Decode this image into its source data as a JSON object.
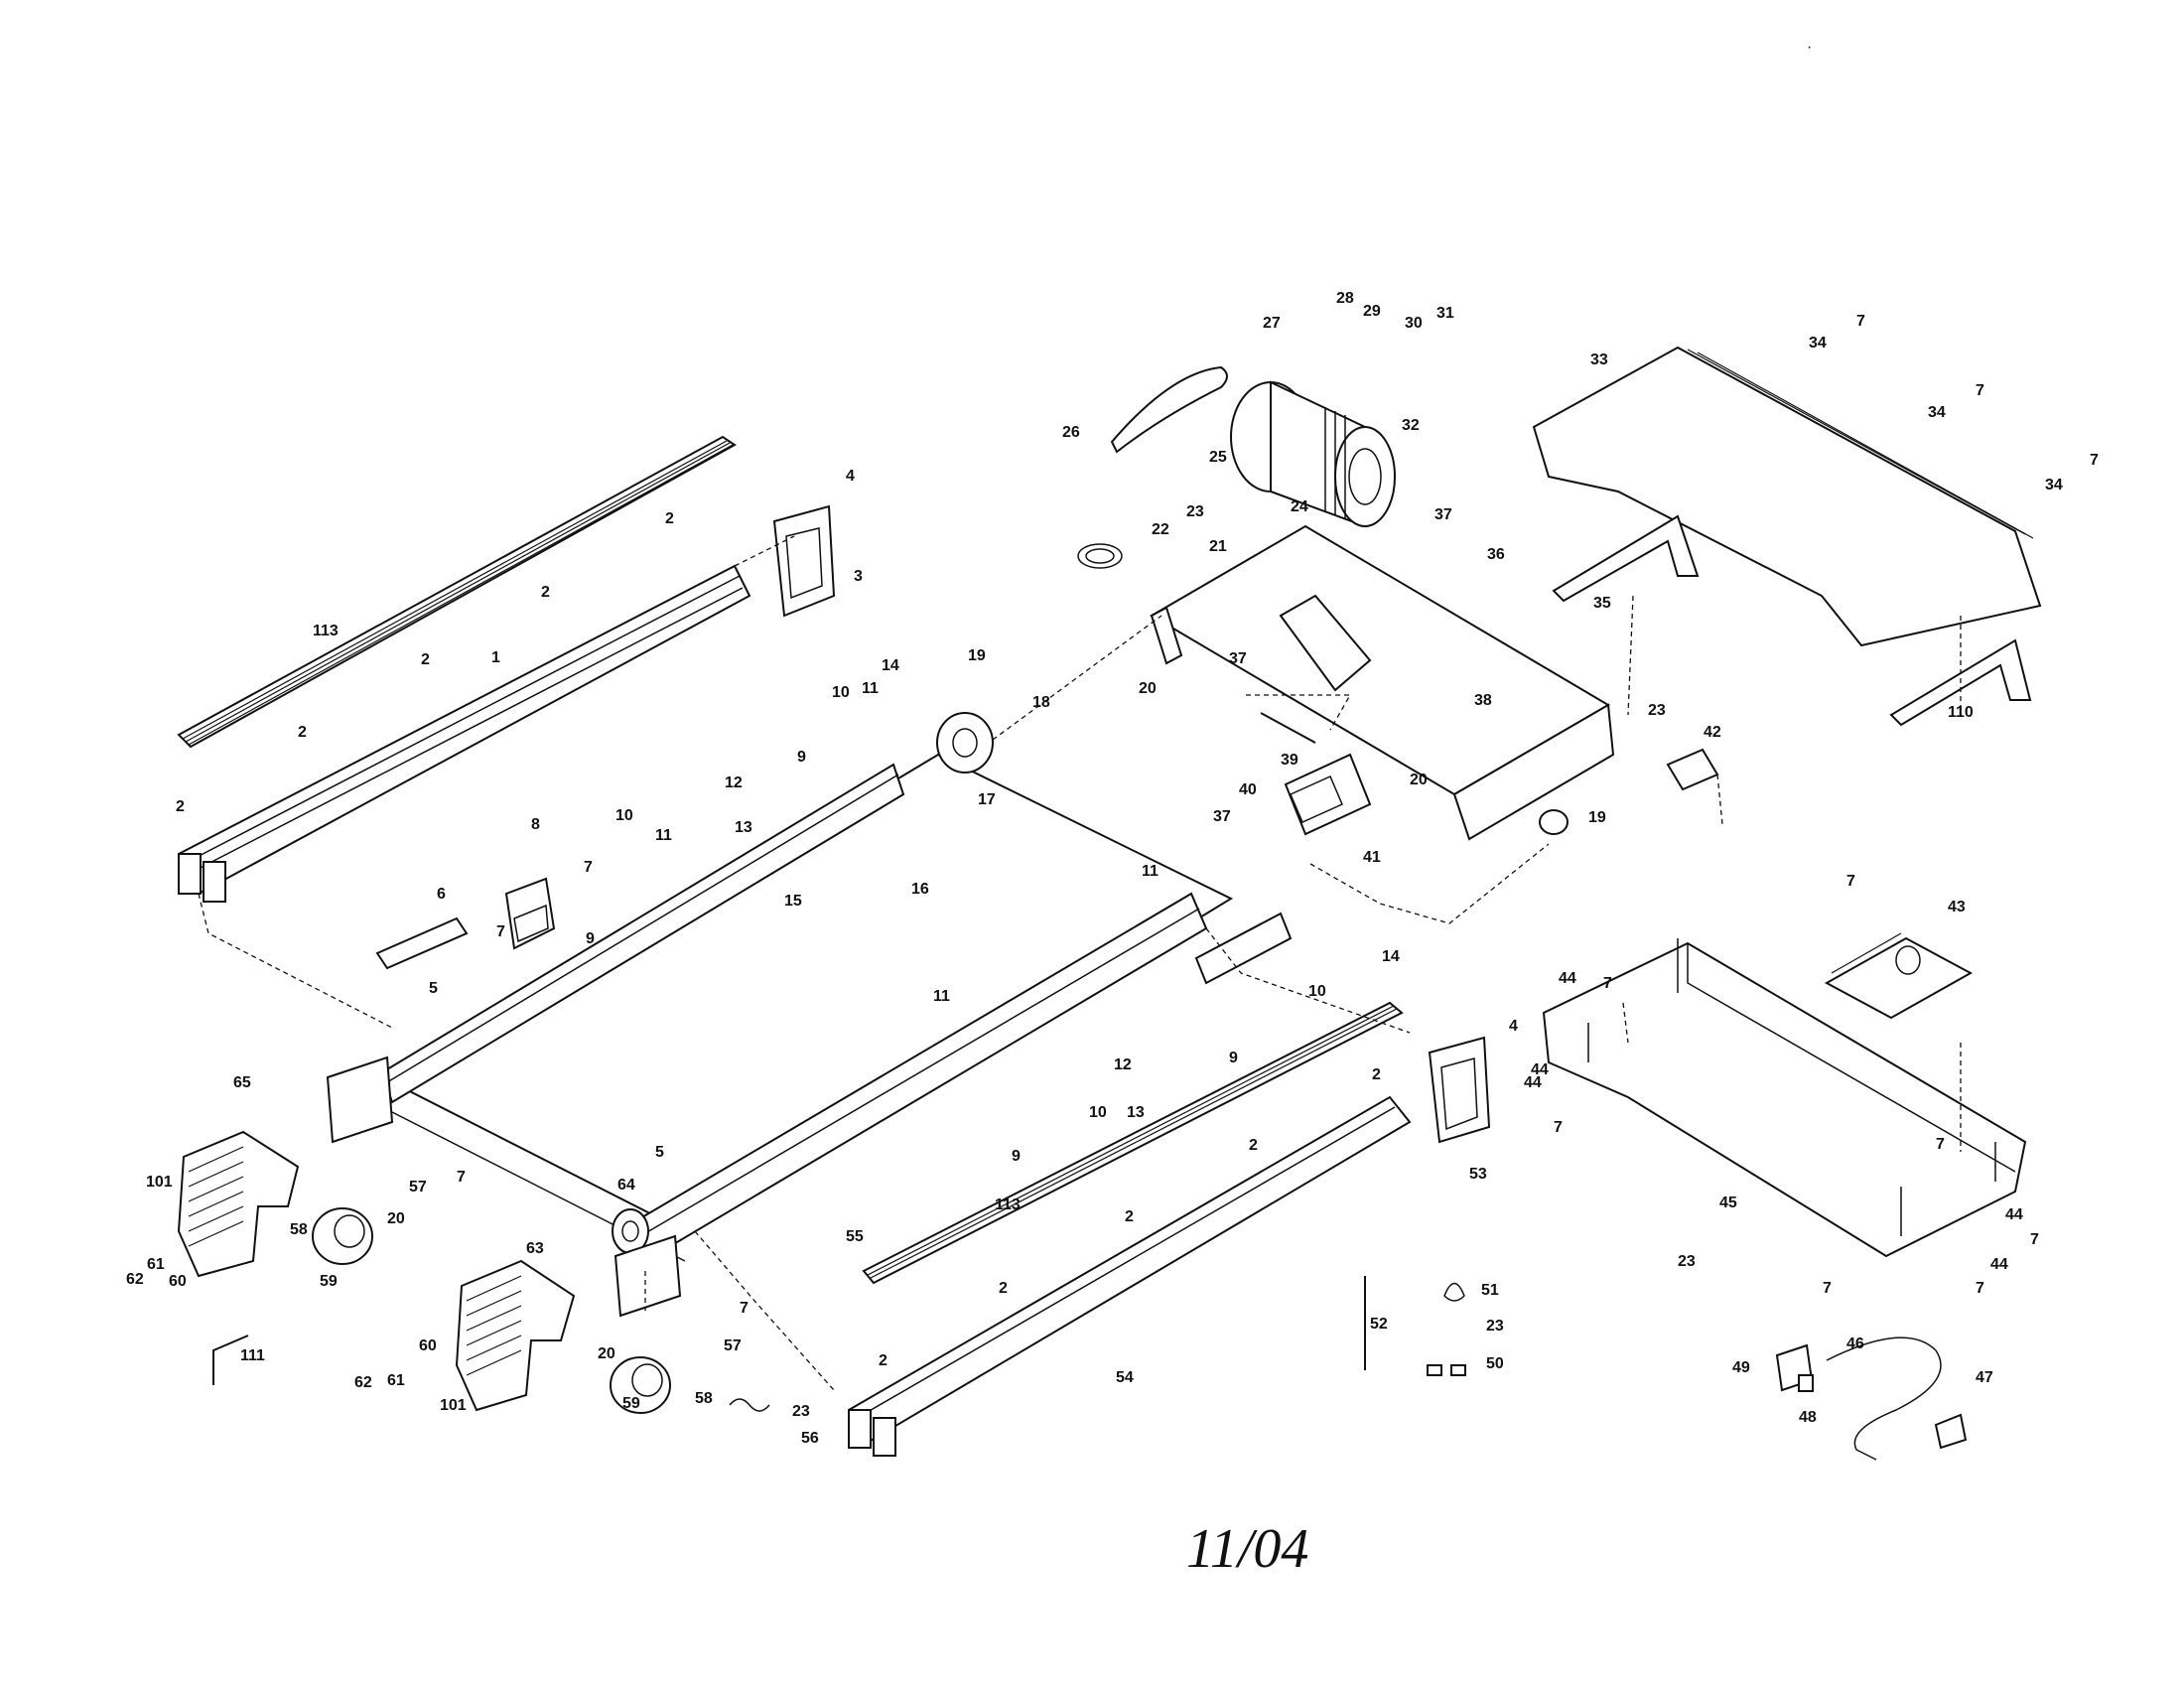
{
  "diagram": {
    "date_label": "11/04",
    "corner_mark": "·"
  },
  "callouts": [
    {
      "id": "c113a",
      "text": "113"
    },
    {
      "id": "c1",
      "text": "1"
    },
    {
      "id": "c2a",
      "text": "2"
    },
    {
      "id": "c2b",
      "text": "2"
    },
    {
      "id": "c2c",
      "text": "2"
    },
    {
      "id": "c2d",
      "text": "2"
    },
    {
      "id": "c2e",
      "text": "2"
    },
    {
      "id": "c3",
      "text": "3"
    },
    {
      "id": "c4a",
      "text": "4"
    },
    {
      "id": "c5a",
      "text": "5"
    },
    {
      "id": "c6",
      "text": "6"
    },
    {
      "id": "c7a",
      "text": "7"
    },
    {
      "id": "c7b",
      "text": "7"
    },
    {
      "id": "c8",
      "text": "8"
    },
    {
      "id": "c9a",
      "text": "9"
    },
    {
      "id": "c9b",
      "text": "9"
    },
    {
      "id": "c10a",
      "text": "10"
    },
    {
      "id": "c10b",
      "text": "10"
    },
    {
      "id": "c11a",
      "text": "11"
    },
    {
      "id": "c11b",
      "text": "11"
    },
    {
      "id": "c12a",
      "text": "12"
    },
    {
      "id": "c13a",
      "text": "13"
    },
    {
      "id": "c14a",
      "text": "14"
    },
    {
      "id": "c15",
      "text": "15"
    },
    {
      "id": "c16",
      "text": "16"
    },
    {
      "id": "c17",
      "text": "17"
    },
    {
      "id": "c18",
      "text": "18"
    },
    {
      "id": "c19a",
      "text": "19"
    },
    {
      "id": "c11c",
      "text": "11"
    },
    {
      "id": "c11d",
      "text": "11"
    },
    {
      "id": "c5b",
      "text": "5"
    },
    {
      "id": "c14b",
      "text": "14"
    },
    {
      "id": "c10c",
      "text": "10"
    },
    {
      "id": "c9c",
      "text": "9"
    },
    {
      "id": "c12b",
      "text": "12"
    },
    {
      "id": "c13b",
      "text": "13"
    },
    {
      "id": "c10d",
      "text": "10"
    },
    {
      "id": "c9d",
      "text": "9"
    },
    {
      "id": "c65",
      "text": "65"
    },
    {
      "id": "c101a",
      "text": "101"
    },
    {
      "id": "c62a",
      "text": "62"
    },
    {
      "id": "c61a",
      "text": "61"
    },
    {
      "id": "c60a",
      "text": "60"
    },
    {
      "id": "c58a",
      "text": "58"
    },
    {
      "id": "c59a",
      "text": "59"
    },
    {
      "id": "c20a",
      "text": "20"
    },
    {
      "id": "c57a",
      "text": "57"
    },
    {
      "id": "c7c",
      "text": "7"
    },
    {
      "id": "c64",
      "text": "64"
    },
    {
      "id": "c55",
      "text": "55"
    },
    {
      "id": "c63",
      "text": "63"
    },
    {
      "id": "c111",
      "text": "111"
    },
    {
      "id": "c62b",
      "text": "62"
    },
    {
      "id": "c61b",
      "text": "61"
    },
    {
      "id": "c60b",
      "text": "60"
    },
    {
      "id": "c101b",
      "text": "101"
    },
    {
      "id": "c20b",
      "text": "20"
    },
    {
      "id": "c59b",
      "text": "59"
    },
    {
      "id": "c57b",
      "text": "57"
    },
    {
      "id": "c7d",
      "text": "7"
    },
    {
      "id": "c58b",
      "text": "58"
    },
    {
      "id": "c23a",
      "text": "23"
    },
    {
      "id": "c56",
      "text": "56"
    },
    {
      "id": "c113b",
      "text": "113"
    },
    {
      "id": "c2f",
      "text": "2"
    },
    {
      "id": "c2g",
      "text": "2"
    },
    {
      "id": "c2h",
      "text": "2"
    },
    {
      "id": "c2i",
      "text": "2"
    },
    {
      "id": "c2j",
      "text": "2"
    },
    {
      "id": "c54",
      "text": "54"
    },
    {
      "id": "c53",
      "text": "53"
    },
    {
      "id": "c4b",
      "text": "4"
    },
    {
      "id": "c44a",
      "text": "44"
    },
    {
      "id": "c52",
      "text": "52"
    },
    {
      "id": "c51",
      "text": "51"
    },
    {
      "id": "c23b",
      "text": "23"
    },
    {
      "id": "c50",
      "text": "50"
    },
    {
      "id": "c26",
      "text": "26"
    },
    {
      "id": "c25",
      "text": "25"
    },
    {
      "id": "c27",
      "text": "27"
    },
    {
      "id": "c28",
      "text": "28"
    },
    {
      "id": "c29",
      "text": "29"
    },
    {
      "id": "c30",
      "text": "30"
    },
    {
      "id": "c31",
      "text": "31"
    },
    {
      "id": "c32",
      "text": "32"
    },
    {
      "id": "c24",
      "text": "24"
    },
    {
      "id": "c23c",
      "text": "23"
    },
    {
      "id": "c22",
      "text": "22"
    },
    {
      "id": "c21",
      "text": "21"
    },
    {
      "id": "c20c",
      "text": "20"
    },
    {
      "id": "c37a",
      "text": "37"
    },
    {
      "id": "c37b",
      "text": "37"
    },
    {
      "id": "c36",
      "text": "36"
    },
    {
      "id": "c38",
      "text": "38"
    },
    {
      "id": "c39",
      "text": "39"
    },
    {
      "id": "c40",
      "text": "40"
    },
    {
      "id": "c37c",
      "text": "37"
    },
    {
      "id": "c41",
      "text": "41"
    },
    {
      "id": "c20d",
      "text": "20"
    },
    {
      "id": "c19b",
      "text": "19"
    },
    {
      "id": "c23d",
      "text": "23"
    },
    {
      "id": "c42",
      "text": "42"
    },
    {
      "id": "c33",
      "text": "33"
    },
    {
      "id": "c34a",
      "text": "34"
    },
    {
      "id": "c7e",
      "text": "7"
    },
    {
      "id": "c34b",
      "text": "34"
    },
    {
      "id": "c7f",
      "text": "7"
    },
    {
      "id": "c34c",
      "text": "34"
    },
    {
      "id": "c7g",
      "text": "7"
    },
    {
      "id": "c35",
      "text": "35"
    },
    {
      "id": "c110",
      "text": "110"
    },
    {
      "id": "c7h",
      "text": "7"
    },
    {
      "id": "c43",
      "text": "43"
    },
    {
      "id": "c44b",
      "text": "44"
    },
    {
      "id": "c7i",
      "text": "7"
    },
    {
      "id": "c44c",
      "text": "44"
    },
    {
      "id": "c7j",
      "text": "7"
    },
    {
      "id": "c45",
      "text": "45"
    },
    {
      "id": "c44d",
      "text": "44"
    },
    {
      "id": "c7k",
      "text": "7"
    },
    {
      "id": "c44e",
      "text": "44"
    },
    {
      "id": "c7l",
      "text": "7"
    },
    {
      "id": "c23e",
      "text": "23"
    },
    {
      "id": "c7m",
      "text": "7"
    },
    {
      "id": "c46",
      "text": "46"
    },
    {
      "id": "c47",
      "text": "47"
    },
    {
      "id": "c49",
      "text": "49"
    },
    {
      "id": "c48",
      "text": "48"
    },
    {
      "id": "c7n",
      "text": "7"
    }
  ]
}
